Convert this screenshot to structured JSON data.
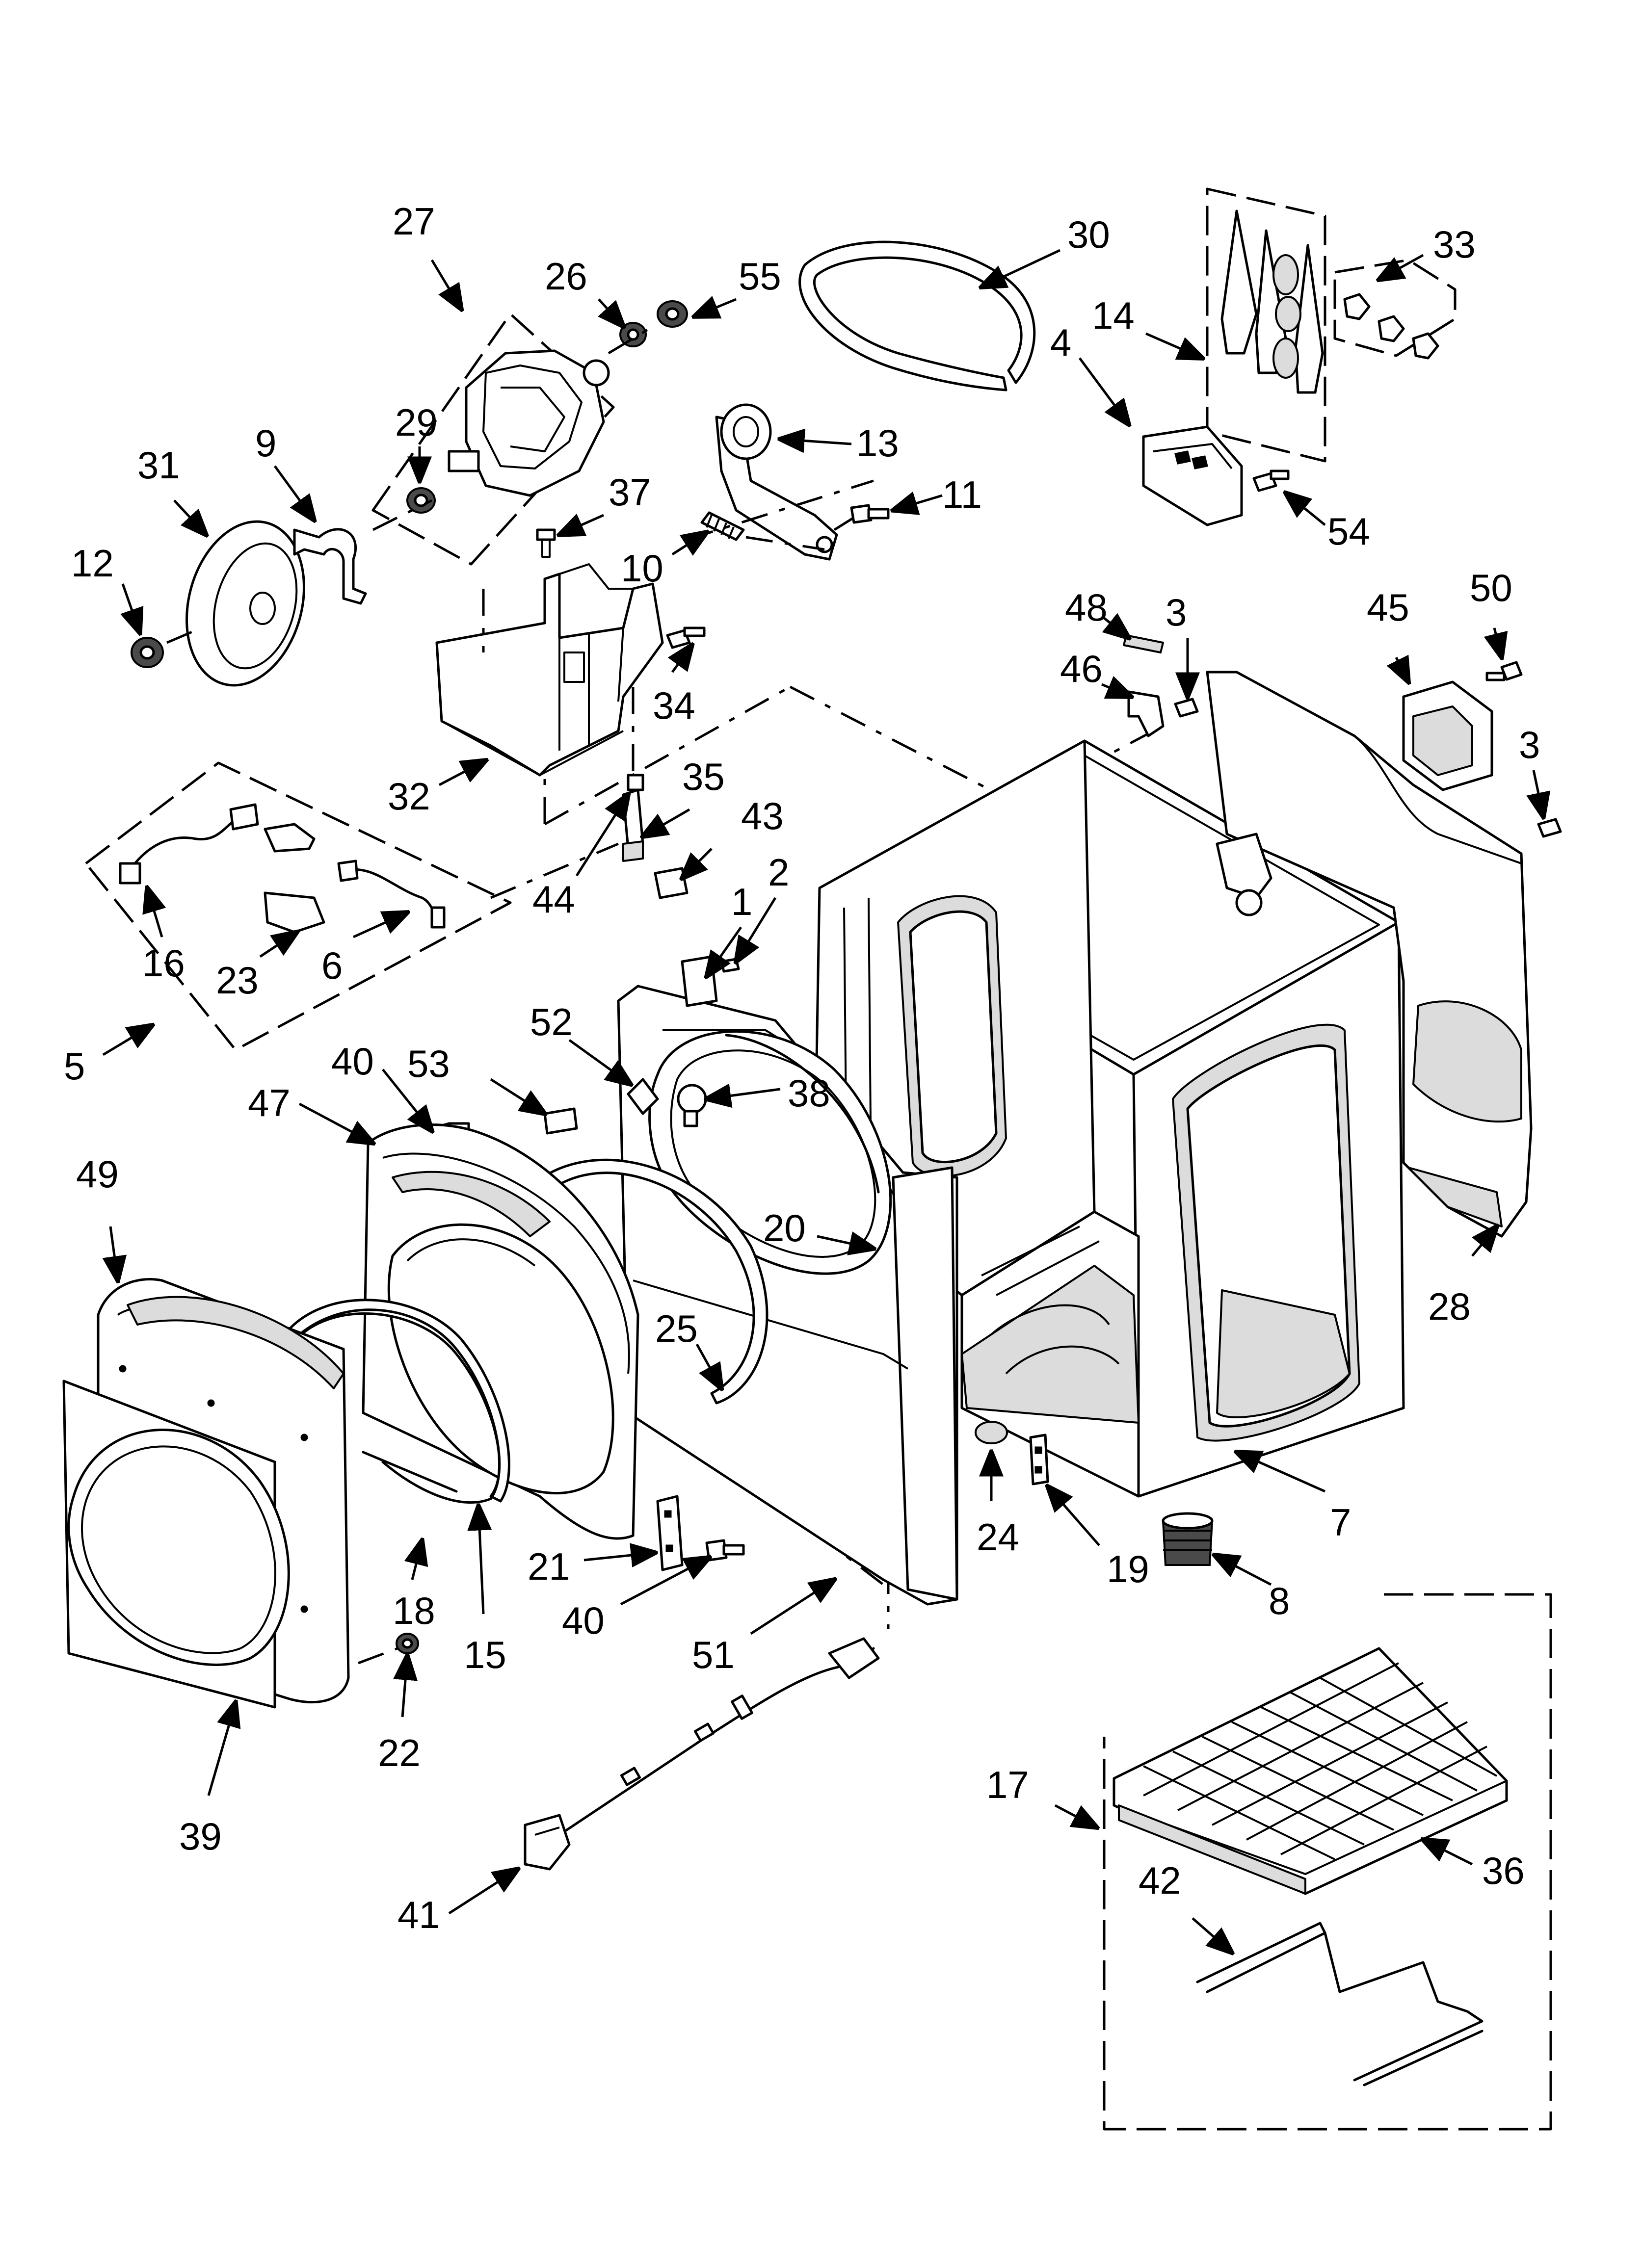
{
  "labels": [
    "1",
    "2",
    "3",
    "4",
    "5",
    "6",
    "7",
    "8",
    "9",
    "10",
    "11",
    "12",
    "13",
    "14",
    "15",
    "16",
    "17",
    "18",
    "19",
    "20",
    "21",
    "22",
    "23",
    "24",
    "25",
    "26",
    "27",
    "28",
    "29",
    "30",
    "31",
    "32",
    "33",
    "34",
    "35",
    "36",
    "37",
    "38",
    "39",
    "40",
    "41",
    "42",
    "43",
    "44",
    "45",
    "46",
    "47",
    "48",
    "49",
    "50",
    "51",
    "52",
    "53",
    "54",
    "55"
  ],
  "callouts": [
    {
      "text": "27"
    },
    {
      "text": "26"
    },
    {
      "text": "55"
    },
    {
      "text": "30"
    },
    {
      "text": "33"
    },
    {
      "text": "14"
    },
    {
      "text": "29"
    },
    {
      "text": "31"
    },
    {
      "text": "9"
    },
    {
      "text": "13"
    },
    {
      "text": "4"
    },
    {
      "text": "37"
    },
    {
      "text": "11"
    },
    {
      "text": "12"
    },
    {
      "text": "10"
    },
    {
      "text": "54"
    },
    {
      "text": "34"
    },
    {
      "text": "48"
    },
    {
      "text": "3"
    },
    {
      "text": "45"
    },
    {
      "text": "50"
    },
    {
      "text": "46"
    },
    {
      "text": "32"
    },
    {
      "text": "3"
    },
    {
      "text": "35"
    },
    {
      "text": "43"
    },
    {
      "text": "16"
    },
    {
      "text": "44"
    },
    {
      "text": "1"
    },
    {
      "text": "2"
    },
    {
      "text": "23"
    },
    {
      "text": "6"
    },
    {
      "text": "5"
    },
    {
      "text": "52"
    },
    {
      "text": "40"
    },
    {
      "text": "53"
    },
    {
      "text": "47"
    },
    {
      "text": "38"
    },
    {
      "text": "49"
    },
    {
      "text": "20"
    },
    {
      "text": "28"
    },
    {
      "text": "25"
    },
    {
      "text": "7"
    },
    {
      "text": "24"
    },
    {
      "text": "21"
    },
    {
      "text": "19"
    },
    {
      "text": "8"
    },
    {
      "text": "18"
    },
    {
      "text": "40"
    },
    {
      "text": "15"
    },
    {
      "text": "51"
    },
    {
      "text": "22"
    },
    {
      "text": "39"
    },
    {
      "text": "17"
    },
    {
      "text": "36"
    },
    {
      "text": "42"
    },
    {
      "text": "41"
    }
  ]
}
